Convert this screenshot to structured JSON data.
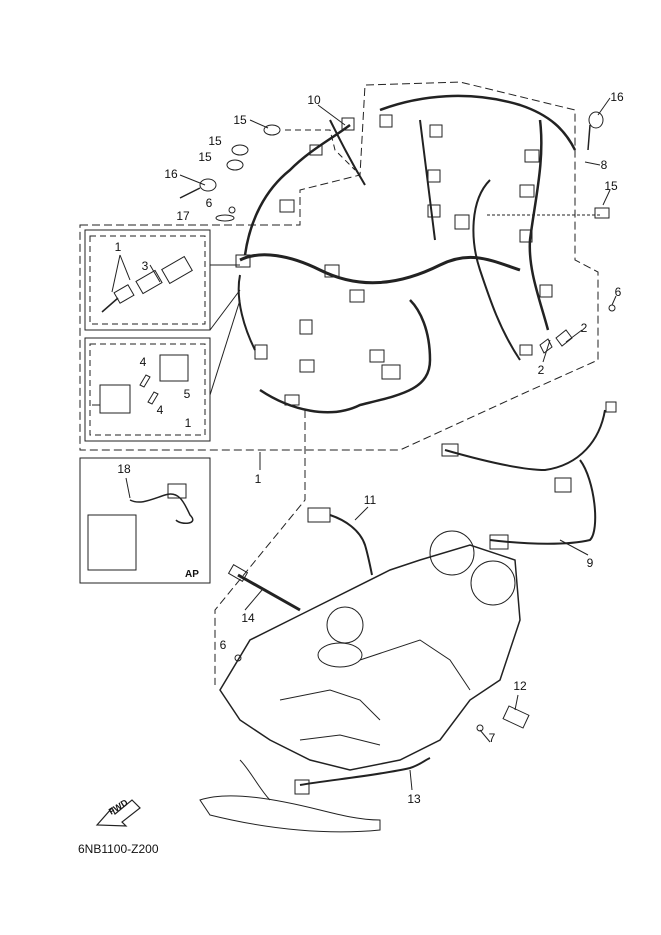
{
  "diagram_code": "6NB1100-Z200",
  "inset_tag": "AP",
  "direction_label": "FWD",
  "callouts": [
    {
      "id": "c1a",
      "label": "1"
    },
    {
      "id": "c3",
      "label": "3"
    },
    {
      "id": "c4a",
      "label": "4"
    },
    {
      "id": "c4b",
      "label": "4"
    },
    {
      "id": "c5",
      "label": "5"
    },
    {
      "id": "c1b",
      "label": "1"
    },
    {
      "id": "c1c",
      "label": "1"
    },
    {
      "id": "c2a",
      "label": "2"
    },
    {
      "id": "c2b",
      "label": "2"
    },
    {
      "id": "c6a",
      "label": "6"
    },
    {
      "id": "c6b",
      "label": "6"
    },
    {
      "id": "c6c",
      "label": "6"
    },
    {
      "id": "c7",
      "label": "7"
    },
    {
      "id": "c8",
      "label": "8"
    },
    {
      "id": "c9",
      "label": "9"
    },
    {
      "id": "c10",
      "label": "10"
    },
    {
      "id": "c11",
      "label": "11"
    },
    {
      "id": "c12",
      "label": "12"
    },
    {
      "id": "c13",
      "label": "13"
    },
    {
      "id": "c14",
      "label": "14"
    },
    {
      "id": "c15a",
      "label": "15"
    },
    {
      "id": "c15b",
      "label": "15"
    },
    {
      "id": "c15c",
      "label": "15"
    },
    {
      "id": "c15d",
      "label": "15"
    },
    {
      "id": "c16a",
      "label": "16"
    },
    {
      "id": "c16b",
      "label": "16"
    },
    {
      "id": "c17",
      "label": "17"
    },
    {
      "id": "c18",
      "label": "18"
    }
  ]
}
